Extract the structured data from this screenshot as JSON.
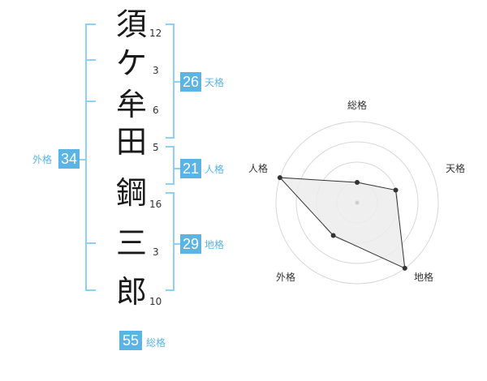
{
  "name": {
    "characters": [
      "須",
      "ケ",
      "牟",
      "田",
      "鋼",
      "三",
      "郎"
    ],
    "strokes": [
      "12",
      "3",
      "6",
      "5",
      "16",
      "3",
      "10"
    ]
  },
  "fortune": {
    "tenkaku": {
      "label": "天格",
      "value": "26"
    },
    "jinkaku": {
      "label": "人格",
      "value": "21"
    },
    "chikaku": {
      "label": "地格",
      "value": "29"
    },
    "gaikaku": {
      "label": "外格",
      "value": "34"
    },
    "soukaku": {
      "label": "総格",
      "value": "55"
    }
  },
  "colors": {
    "accent": "#5ab4e5",
    "bracket": "#8fd0f5",
    "radar_fill": "#ececec"
  },
  "chart_data": {
    "type": "radar",
    "axes": [
      "総格",
      "天格",
      "地格",
      "外格",
      "人格"
    ],
    "max": 4,
    "rings": 4,
    "values": [
      1,
      2,
      4,
      2,
      4
    ]
  }
}
